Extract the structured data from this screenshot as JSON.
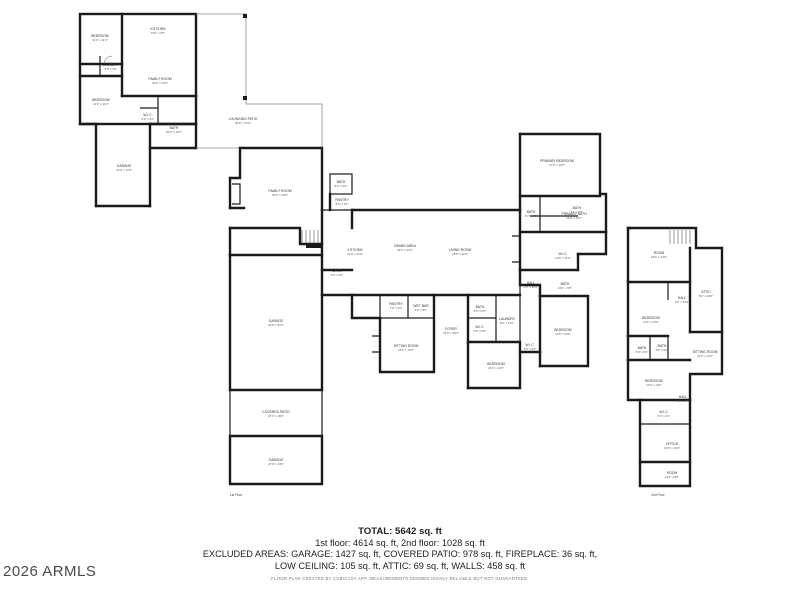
{
  "floor_labels": {
    "first": "1st Floor",
    "second": "2nd Floor"
  },
  "rooms": {
    "bedroom_nw": {
      "name": "BEDROOM",
      "dim": "11'0\" x 11'0\""
    },
    "kitchen_guest": {
      "name": "KITCHEN",
      "dim": "10'0\" x 8'0\""
    },
    "laundry_guest": {
      "name": "LAUNDRY",
      "dim": "5'0\" x 6'0\""
    },
    "family_guest": {
      "name": "FAMILY ROOM",
      "dim": "16'0\" x 13'0\""
    },
    "bedroom_w": {
      "name": "BEDROOM",
      "dim": "11'0\" x 11'0\""
    },
    "wic_guest": {
      "name": "W.I.C.",
      "dim": "5'0\" x 4'0\""
    },
    "bath_guest": {
      "name": "BATH",
      "dim": "10'0\" x 10'0\""
    },
    "lounging_patio": {
      "name": "LOUNGING PATIO",
      "dim": "30'0\" x 22'0\""
    },
    "garage_guest": {
      "name": "GARAGE",
      "dim": "14'0\" x 17'0\""
    },
    "family_main": {
      "name": "FAMILY ROOM",
      "dim": "20'0\" x 18'0\""
    },
    "bath_main": {
      "name": "BATH",
      "dim": "8'0\" x 6'0\""
    },
    "pantry_a": {
      "name": "PANTRY",
      "dim": "5'0\" x 4'0\""
    },
    "kitchen_main": {
      "name": "KITCHEN",
      "dim": "14'0\" x 21'0\""
    },
    "dining": {
      "name": "DINING AREA",
      "dim": "15'0\" x 21'0\""
    },
    "living": {
      "name": "LIVING ROOM",
      "dim": "18'0\" x 21'0\""
    },
    "primary_bed": {
      "name": "PRIMARY BEDROOM",
      "dim": "17'0\" x 15'0\""
    },
    "bath_p": {
      "name": "BATH",
      "dim": "3'0\" x 5'0\""
    },
    "primary_bath": {
      "name": "PRIMARY BATH",
      "dim": "13'0\" x 10'0\""
    },
    "bath_p2": {
      "name": "BATH",
      "dim": "6'0\" x 5'0\""
    },
    "wic_primary": {
      "name": "W.I.C.",
      "dim": "10'0\" x 11'0\""
    },
    "hall": {
      "name": "HALL",
      "dim": "3'0\" x 10'0\""
    },
    "wic_b": {
      "name": "W.I.C.",
      "dim": "5'0\" x 5'0\""
    },
    "bath_c": {
      "name": "BATH",
      "dim": "10'0\" x 5'0\""
    },
    "garage_main": {
      "name": "GARAGE",
      "dim": "24'0\" x 31'0\""
    },
    "pantry_b": {
      "name": "PANTRY",
      "dim": "7'0\" x 6'0\""
    },
    "wetbar": {
      "name": "WET BAR",
      "dim": "5'0\" x 9'0\""
    },
    "foyer": {
      "name": "FOYER",
      "dim": "10'0\" x 18'0\""
    },
    "bath_d": {
      "name": "BATH",
      "dim": "8'0\" x 5'0\""
    },
    "laundry_main": {
      "name": "LAUNDRY",
      "dim": "8'0\" x 11'0\""
    },
    "bedroom_e": {
      "name": "BEDROOM",
      "dim": "12'0\" x 13'0\""
    },
    "wic_d": {
      "name": "W.I.C.",
      "dim": "5'0\" x 5'0\""
    },
    "wic_e": {
      "name": "W.I.C.",
      "dim": "6'0\" x 4'0\""
    },
    "sitting": {
      "name": "SITTING ROOM",
      "dim": "12'0\" x 13'0\""
    },
    "bedroom_s": {
      "name": "BEDROOM",
      "dim": "13'0\" x 12'0\""
    },
    "covered_patio": {
      "name": "COVERED PATIO",
      "dim": "23'0\" x 18'0\""
    },
    "garage_s": {
      "name": "GARAGE",
      "dim": "23'0\" x 13'0\""
    },
    "u_room": {
      "name": "ROOM",
      "dim": "16'0\" x 14'0\""
    },
    "u_hall": {
      "name": "HALL",
      "dim": "3'0\" x 12'0\""
    },
    "u_attic": {
      "name": "ATTIC",
      "dim": "8'0\" x 22'0\""
    },
    "u_bed1": {
      "name": "BEDROOM",
      "dim": "11'0\" x 10'0\""
    },
    "u_bath1": {
      "name": "BATH",
      "dim": "5'0\" x 5'0\""
    },
    "u_bath2": {
      "name": "BATH",
      "dim": "5'0\" x 5'0\""
    },
    "u_sitting": {
      "name": "SITTING ROOM",
      "dim": "11'0\" x 12'0\""
    },
    "u_bed2": {
      "name": "BEDROOM",
      "dim": "11'0\" x 10'0\""
    },
    "u_hall2": {
      "name": "HALL",
      "dim": "3'0\" x 10'0\""
    },
    "u_wic": {
      "name": "W.I.C.",
      "dim": "5'0\" x 4'0\""
    },
    "u_office": {
      "name": "OFFICE",
      "dim": "10'0\" x 10'0\""
    },
    "u_room2": {
      "name": "ROOM",
      "dim": "10'0\" x 8'0\""
    }
  },
  "summary": {
    "total": "TOTAL: 5642 sq. ft",
    "floors": "1st floor: 4614 sq. ft, 2nd floor: 1028 sq. ft",
    "excluded": "EXCLUDED AREAS: GARAGE: 1427 sq. ft, COVERED PATIO: 978 sq. ft, FIREPLACE: 36 sq. ft,",
    "excluded2": "LOW CEILING: 105 sq. ft, ATTIC: 69 sq. ft, WALLS: 458 sq. ft",
    "disclaimer": "FLOOR PLAN CREATED BY CUBICASA APP. MEASUREMENTS DEEMED HIGHLY RELIABLE BUT NOT GUARANTEED."
  },
  "watermark": "2026 ARMLS"
}
